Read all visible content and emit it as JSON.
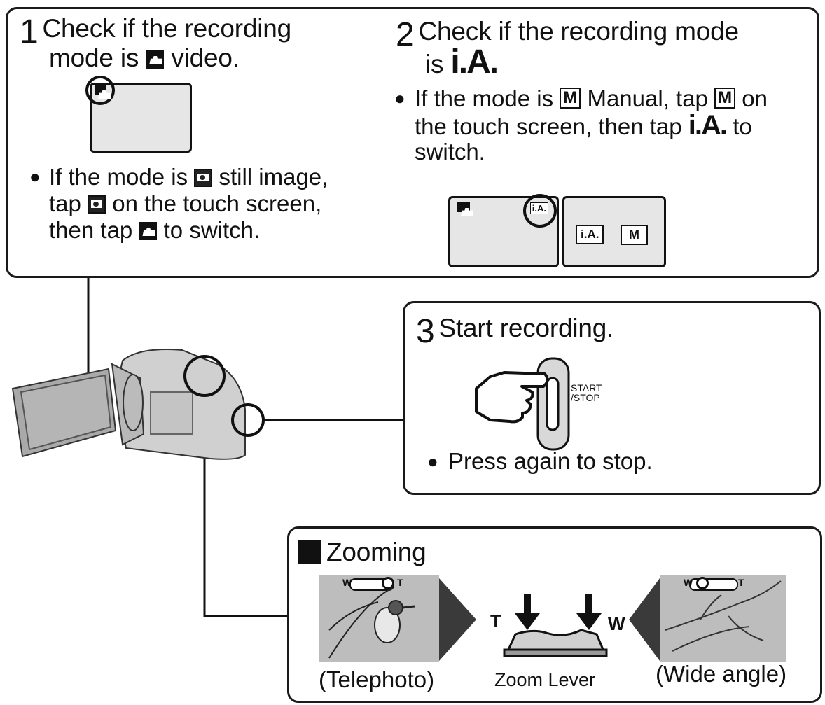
{
  "step1": {
    "num": "1",
    "line1": "Check if the recording",
    "line2a": "mode is",
    "line2b": "video.",
    "bullet_a": "If the mode is",
    "bullet_b": "still image,",
    "bullet_line2a": "tap",
    "bullet_line2b": "on the touch screen,",
    "bullet_line3a": "then tap",
    "bullet_line3b": "to switch."
  },
  "step2": {
    "num": "2",
    "line1": "Check if the recording mode",
    "line2a": "is",
    "ia": "i.A.",
    "bullet_a": "If the mode is",
    "bullet_b": "Manual, tap",
    "bullet_c": "on",
    "bullet_line2a": "the touch screen, then tap",
    "bullet_line2b": "to",
    "bullet_line3": "switch.",
    "m_glyph": "M",
    "screen_ia": "i.A.",
    "btn_ia": "i.A.",
    "btn_m": "M"
  },
  "step3": {
    "num": "3",
    "title": "Start recording.",
    "button_label_1": "START",
    "button_label_2": "/STOP",
    "bullet": "Press again to stop."
  },
  "zoom": {
    "title": "Zooming",
    "telephoto": "(Telephoto)",
    "wide": "(Wide angle)",
    "lever": "Zoom Lever",
    "t": "T",
    "w": "W",
    "slider_w": "W",
    "slider_t": "T"
  }
}
